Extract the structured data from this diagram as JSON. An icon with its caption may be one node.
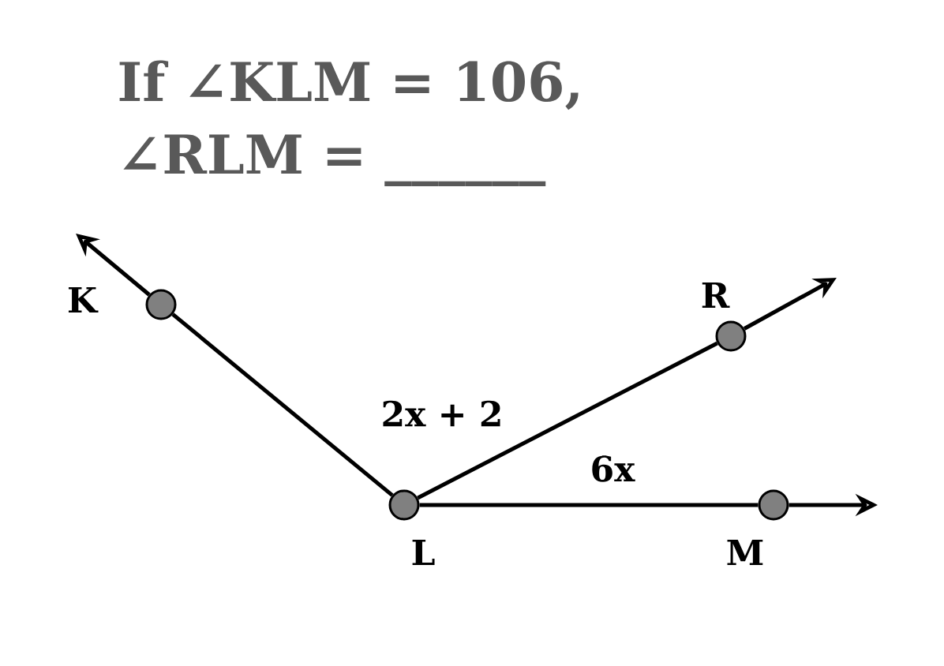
{
  "diagram": {
    "title": "If ∠KLM = 106, ∠RLM = ______",
    "nodes": [
      {
        "text": [],
        "shape": "circle",
        "beside": [
          "K"
        ]
      },
      {
        "text": [],
        "shape": "circle",
        "beside": [
          "R"
        ]
      },
      {
        "text": [],
        "shape": "circle",
        "beside": [
          "L"
        ]
      },
      {
        "text": [],
        "shape": "circle",
        "beside": [
          "M"
        ]
      }
    ],
    "edges": [
      {
        "from": 2,
        "to": 0,
        "arrow": "none"
      },
      {
        "from": 0,
        "to": null,
        "arrow": "to"
      },
      {
        "from": 2,
        "to": 1,
        "arrow": "none"
      },
      {
        "from": 1,
        "to": null,
        "arrow": "to"
      },
      {
        "from": 2,
        "to": 3,
        "arrow": "none"
      },
      {
        "from": 3,
        "to": null,
        "arrow": "to"
      }
    ],
    "labels": [
      "2x + 2",
      "6x"
    ]
  }
}
